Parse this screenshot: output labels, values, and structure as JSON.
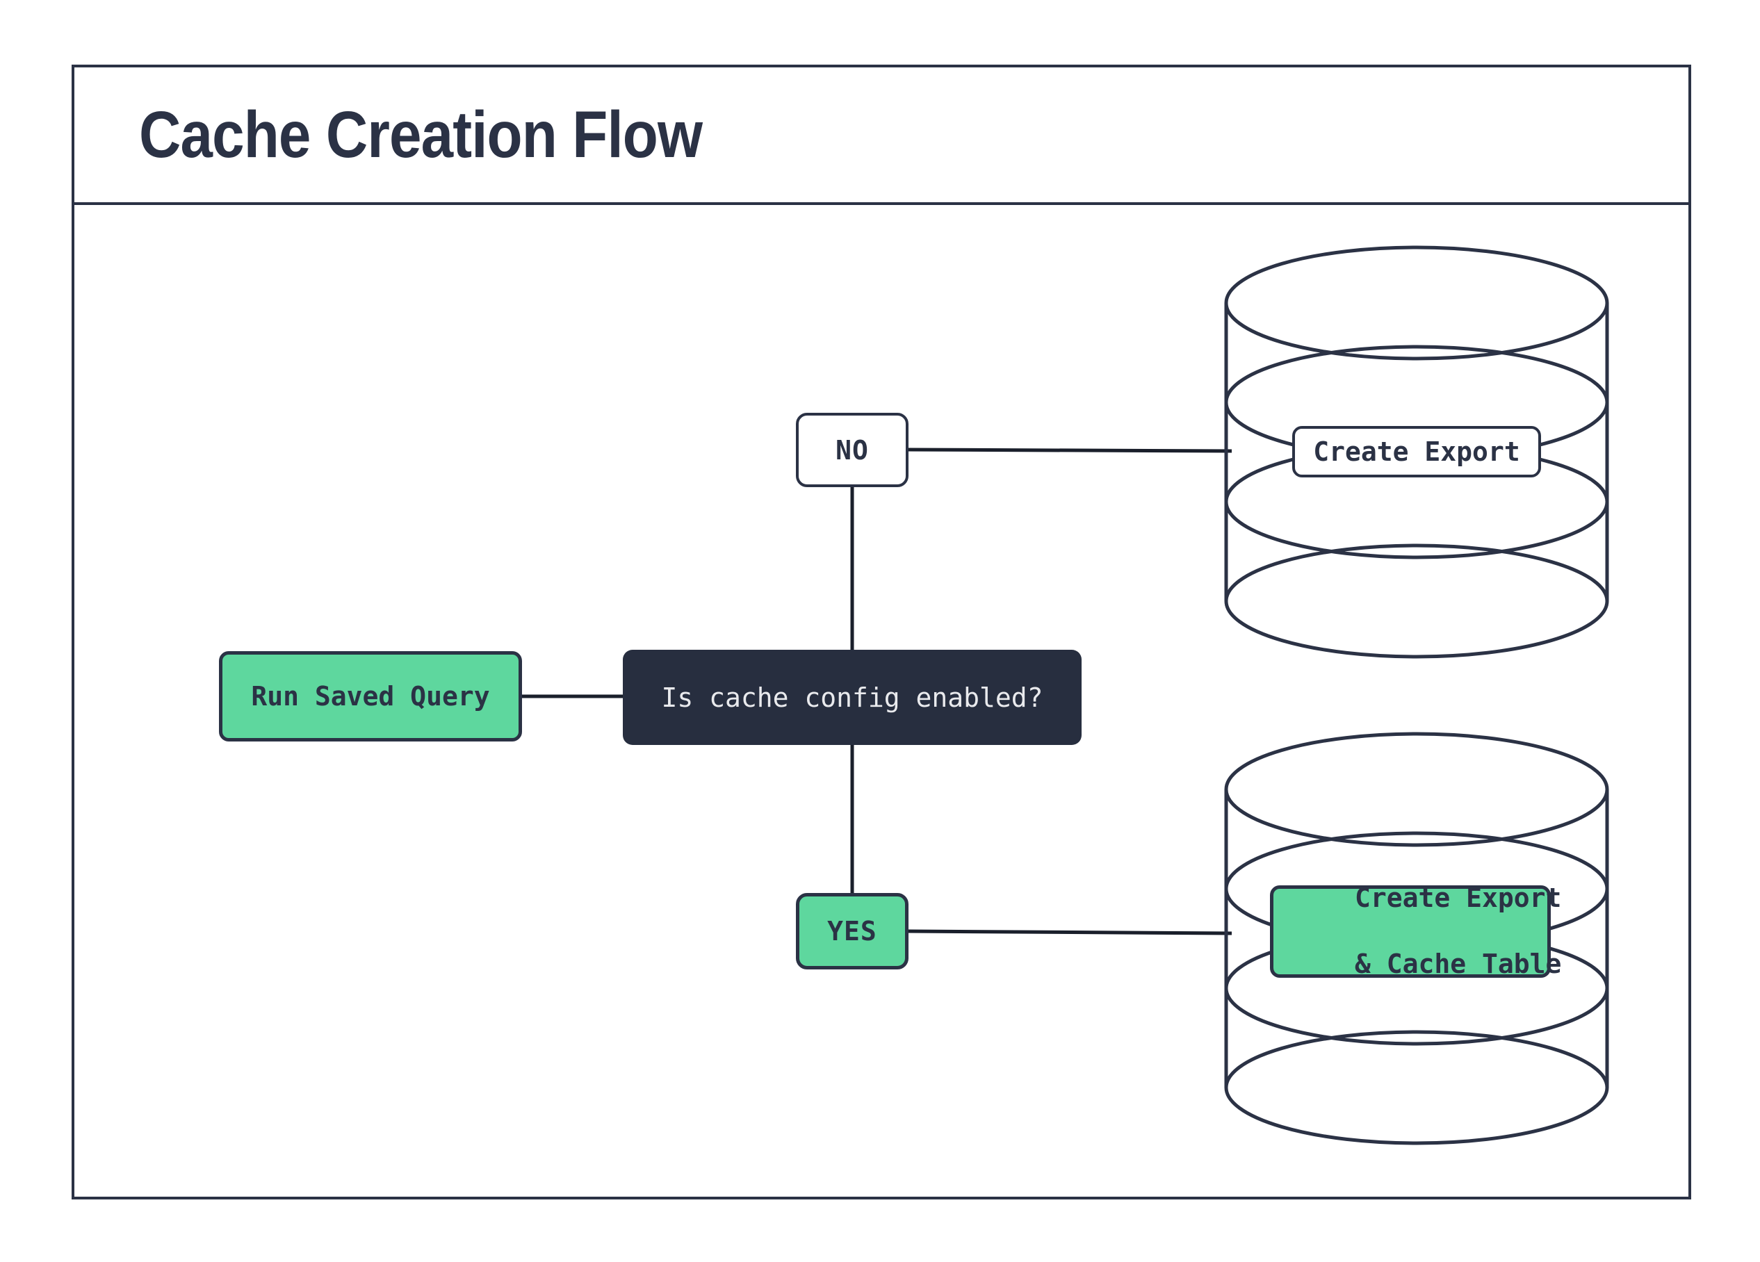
{
  "theme": {
    "navy": "#2b3245",
    "navy-fill": "#272e3f",
    "line": "#1a1f2b",
    "green": "#5ed79e",
    "text-light": "#e9eaed",
    "white": "#ffffff",
    "bg": "#ffffff"
  },
  "header": {
    "title": "Cache Creation Flow"
  },
  "diagram": {
    "type": "flowchart",
    "nodes": {
      "start": {
        "label": "Run Saved Query",
        "shape": "rounded-rect",
        "color": "green"
      },
      "decision": {
        "label": "Is cache config enabled?",
        "shape": "rounded-rect",
        "color": "dark-navy"
      },
      "branch_no": {
        "label": "NO",
        "shape": "rounded-rect",
        "color": "white"
      },
      "branch_yes": {
        "label": "YES",
        "shape": "rounded-rect",
        "color": "green"
      },
      "outcome_no": {
        "label": "Create Export",
        "label_lines": [
          "Create Export"
        ],
        "shape": "label-on-database-cylinder",
        "color": "white"
      },
      "outcome_yes": {
        "label": "Create Export & Cache Table",
        "label_lines": [
          "Create Export",
          "& Cache Table"
        ],
        "shape": "label-on-database-cylinder",
        "color": "green"
      }
    },
    "edges": [
      {
        "from": "start",
        "to": "decision"
      },
      {
        "from": "decision",
        "to": "branch_no"
      },
      {
        "from": "branch_no",
        "to": "outcome_no"
      },
      {
        "from": "decision",
        "to": "branch_yes"
      },
      {
        "from": "branch_yes",
        "to": "outcome_yes"
      }
    ]
  }
}
